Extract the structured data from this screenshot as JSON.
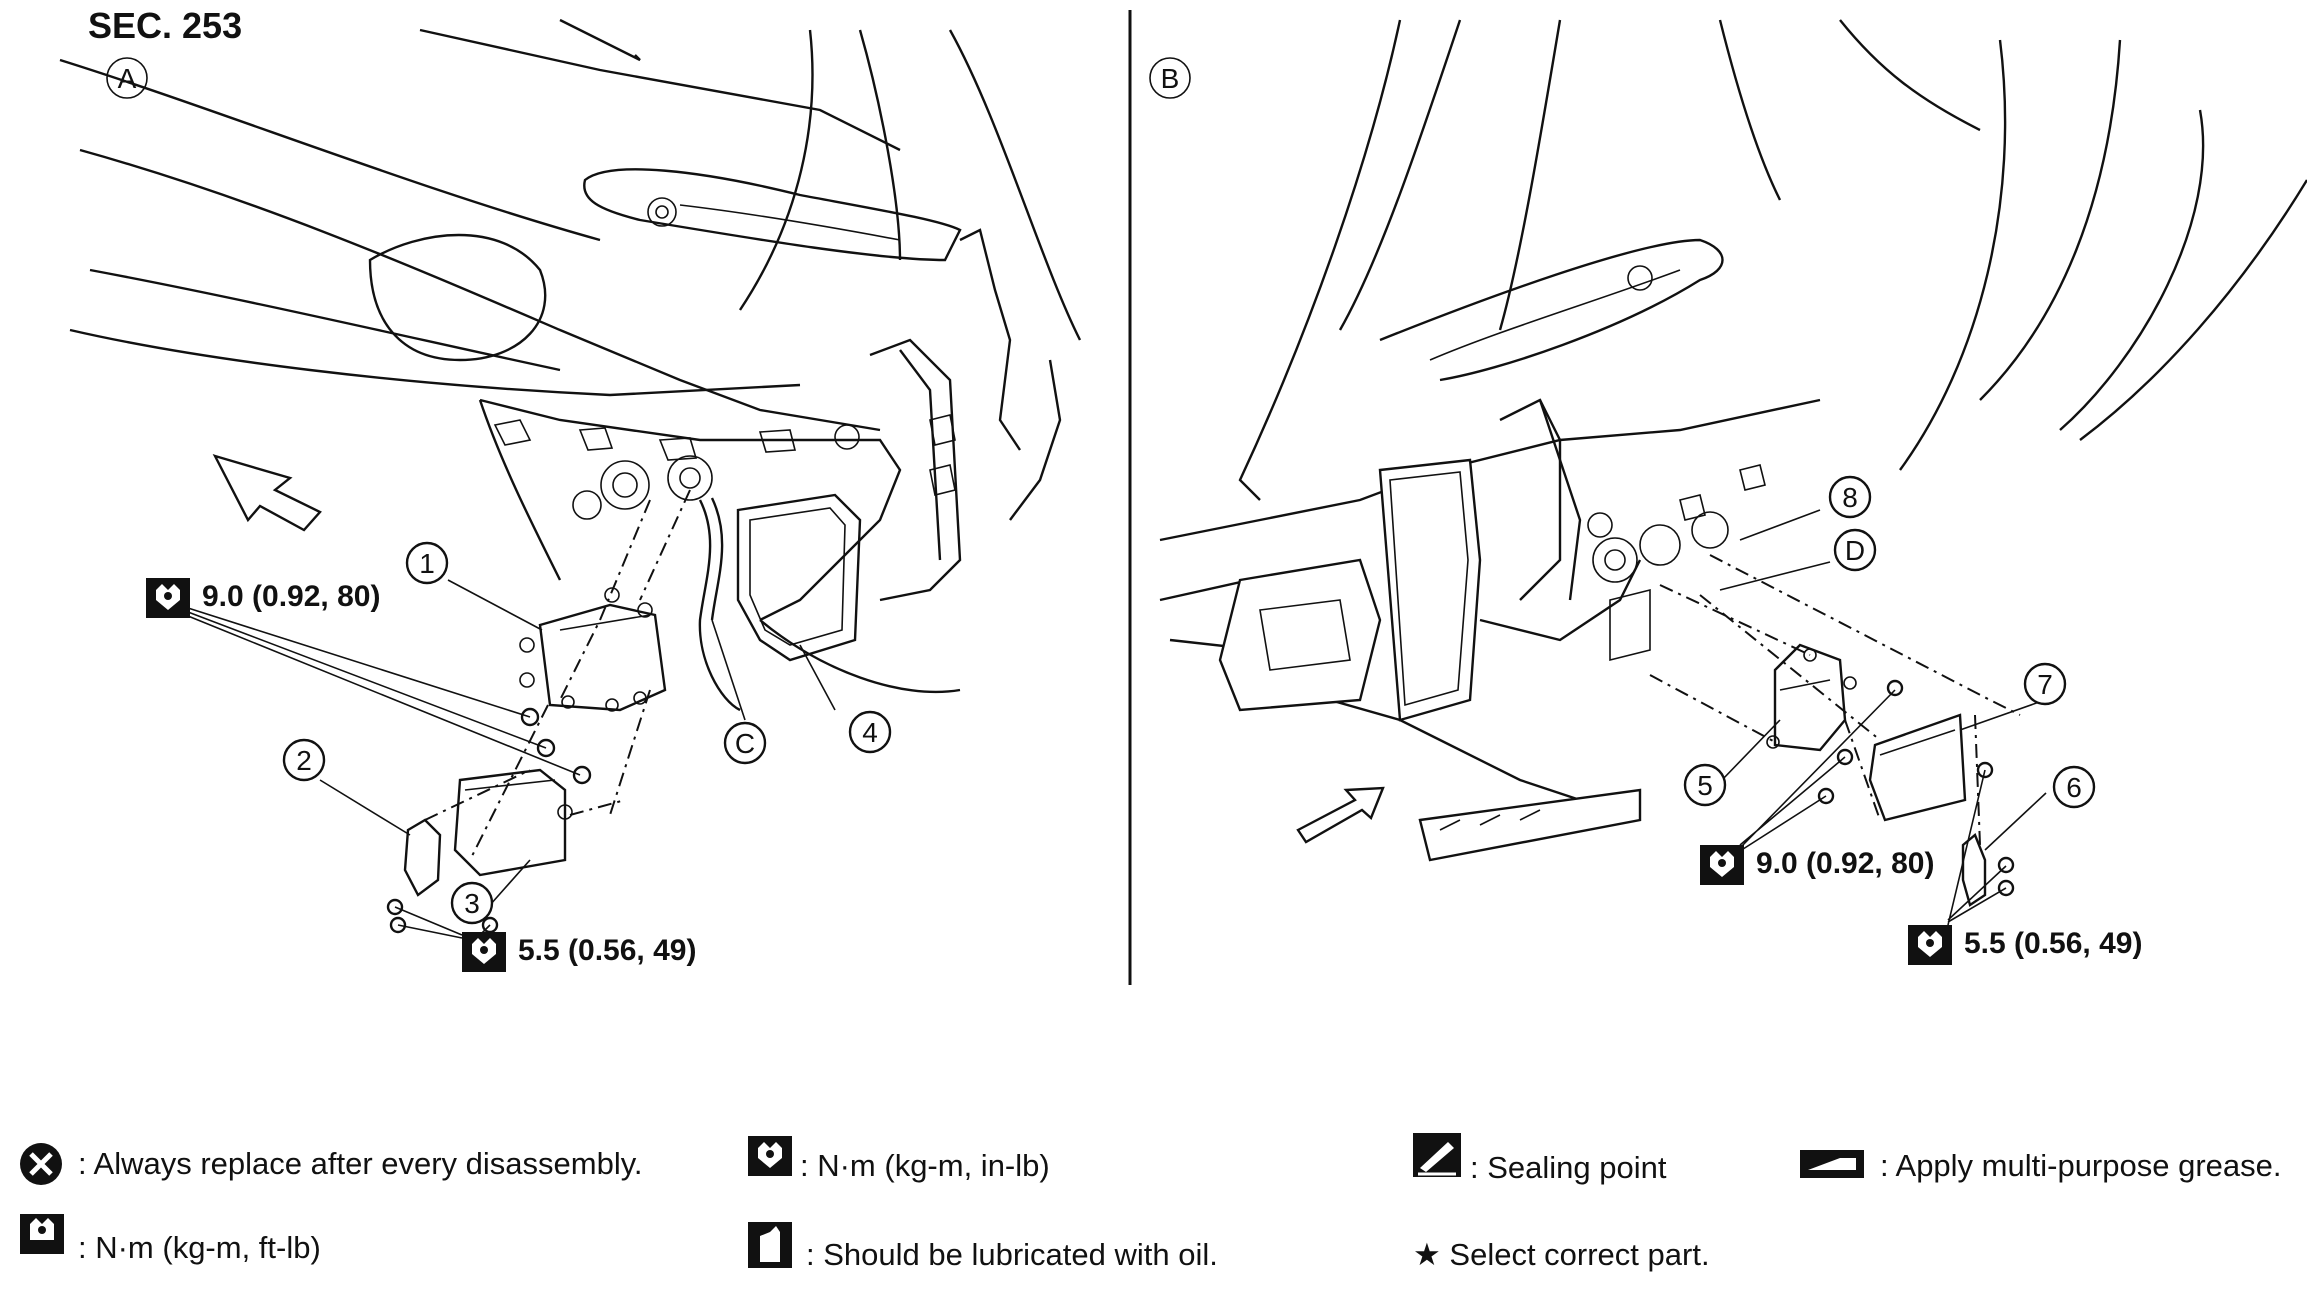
{
  "section_label": "SEC. 253",
  "views": [
    {
      "id": "A",
      "letter": "A"
    },
    {
      "id": "B",
      "letter": "B"
    }
  ],
  "callouts": [
    "1",
    "2",
    "3",
    "4",
    "5",
    "6",
    "7",
    "8",
    "C",
    "D"
  ],
  "torque_values": {
    "a_upper": "9.0 (0.92, 80)",
    "a_lower": "5.5 (0.56, 49)",
    "b_upper": "9.0 (0.92, 80)",
    "b_lower": "5.5 (0.56, 49)"
  },
  "legend": [
    {
      "icon": "replace-icon",
      "text": ": Always replace after every disassembly."
    },
    {
      "icon": "torque-inlb-icon",
      "text": ": N·m (kg-m, in-lb)"
    },
    {
      "icon": "sealing-icon",
      "text": ": Sealing point"
    },
    {
      "icon": "grease-icon",
      "text": ": Apply multi-purpose grease."
    },
    {
      "icon": "torque-ftlb-icon",
      "text": ": N·m (kg-m, ft-lb)"
    },
    {
      "icon": "oil-icon",
      "text": ": Should be lubricated with oil."
    },
    {
      "icon": "star-icon",
      "text": "★ Select correct part."
    }
  ]
}
